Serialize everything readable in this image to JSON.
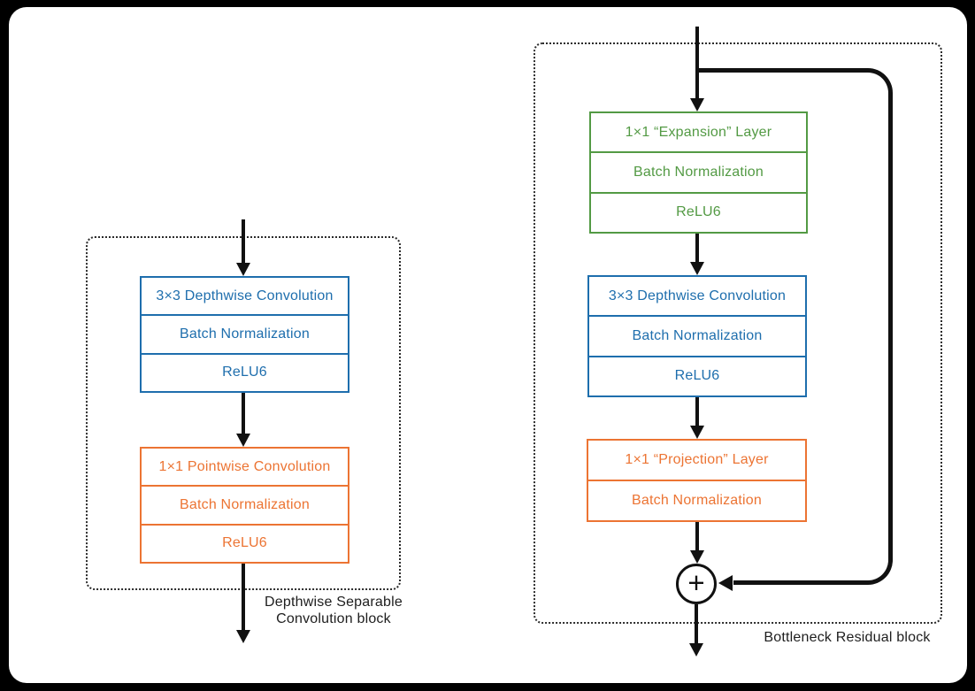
{
  "colors": {
    "background": "#000000",
    "surface": "#ffffff",
    "line": "#111111",
    "label": "#1e1e1e",
    "blue": "#1E6EAD",
    "orange": "#EC7433",
    "green": "#539A44"
  },
  "left_diagram": {
    "caption": [
      "Depthwise Separable",
      "Convolution block"
    ],
    "blocks": [
      {
        "color": "blue",
        "rows": [
          "3×3 Depthwise Convolution",
          "Batch Normalization",
          "ReLU6"
        ]
      },
      {
        "color": "orange",
        "rows": [
          "1×1 Pointwise Convolution",
          "Batch Normalization",
          "ReLU6"
        ]
      }
    ]
  },
  "right_diagram": {
    "caption": "Bottleneck Residual block",
    "add_symbol": "+",
    "blocks": [
      {
        "color": "green",
        "rows": [
          "1×1 “Expansion” Layer",
          "Batch Normalization",
          "ReLU6"
        ]
      },
      {
        "color": "blue",
        "rows": [
          "3×3 Depthwise Convolution",
          "Batch Normalization",
          "ReLU6"
        ]
      },
      {
        "color": "orange",
        "rows": [
          "1×1 “Projection” Layer",
          "Batch Normalization"
        ]
      }
    ]
  }
}
